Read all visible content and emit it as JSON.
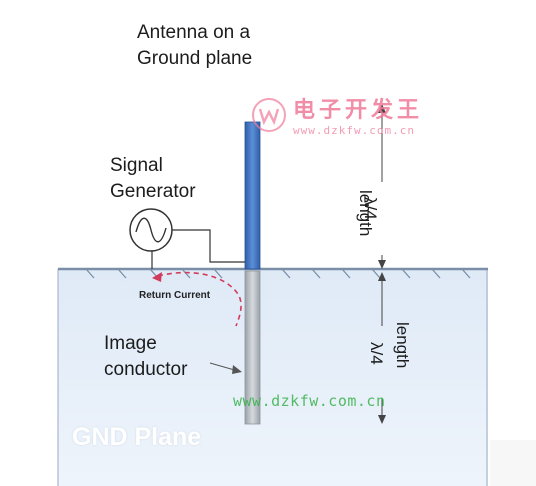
{
  "title": "Antenna on a\nGround plane",
  "signal_generator_label": "Signal\nGenerator",
  "return_current_label": "Return Current",
  "image_conductor_label": "Image\nconductor",
  "gnd_plane_label": "GND Plane",
  "top_dimension": {
    "fraction": "λ/4",
    "word": "length"
  },
  "bottom_dimension": {
    "fraction": "λ/4",
    "word": "length"
  },
  "watermarks": {
    "logo_text": "电子开发王",
    "logo_url": "www.dzkfw.com.cn",
    "bottom_url": "www.dzkfw.com.cn"
  },
  "colors": {
    "antenna": "#4a7cc4",
    "image_conductor": "#b8bec6",
    "ground_plane": "#dde9f7",
    "ground_line": "#7a8ea8",
    "return_current": "#d23a5a",
    "watermark_pink": "#f07a9a",
    "watermark_green": "#38b24a"
  }
}
